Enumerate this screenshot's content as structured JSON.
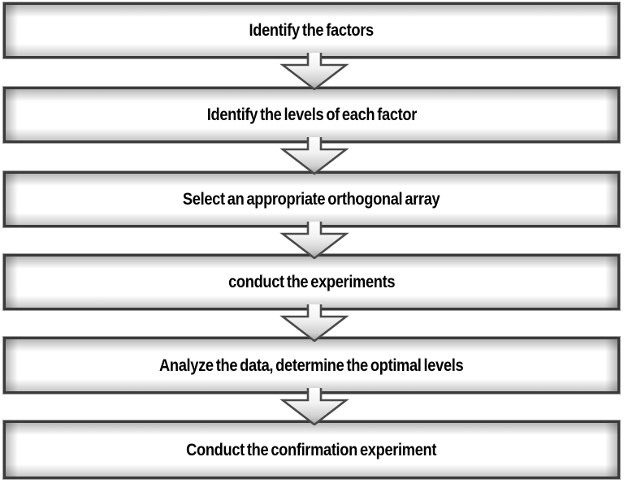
{
  "diagram": {
    "type": "flowchart",
    "orientation": "vertical",
    "steps": [
      {
        "label": "Identify the factors"
      },
      {
        "label": "Identify the levels of each factor"
      },
      {
        "label": "Select an appropriate orthogonal array"
      },
      {
        "label": "conduct the experiments"
      },
      {
        "label": "Analyze the data, determine the optimal levels"
      },
      {
        "label": "Conduct the confirmation experiment"
      }
    ],
    "connector": "down-arrow",
    "colors": {
      "background": "#ffffff",
      "box_border": "#3a3a3a",
      "box_outer_edge": "#9b9b9b",
      "box_bevel": "#bdbdbd",
      "box_fill": "#ffffff",
      "arrow_outline": "#4a4a4a",
      "arrow_fill_top": "#ffffff",
      "arrow_fill_bottom": "#9e9e9e",
      "text": "#000000"
    }
  }
}
